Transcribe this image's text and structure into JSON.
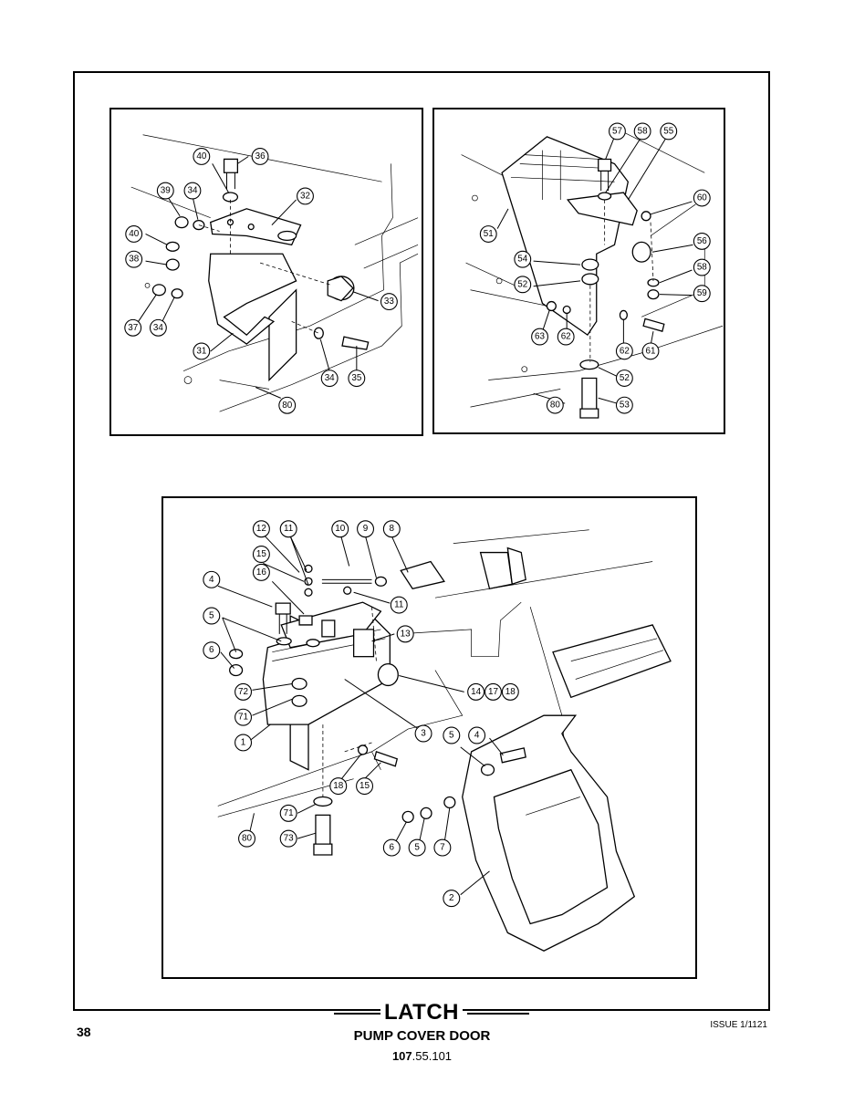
{
  "title": "LATCH",
  "subtitle": "PUMP COVER DOOR",
  "doc_number_prefix": "107",
  "doc_number_suffix": ".55.101",
  "page_number": "38",
  "issue": "ISSUE 1/1121",
  "panels": {
    "top_left": {
      "callouts": [
        "36",
        "40",
        "39",
        "34",
        "32",
        "40",
        "38",
        "33",
        "37",
        "34",
        "31",
        "34",
        "35",
        "80"
      ]
    },
    "top_right": {
      "callouts": [
        "57",
        "58",
        "55",
        "60",
        "51",
        "56",
        "54",
        "58",
        "52",
        "59",
        "63",
        "62",
        "62",
        "61",
        "52",
        "53",
        "80"
      ]
    },
    "bottom": {
      "callouts": [
        "12",
        "11",
        "10",
        "9",
        "8",
        "15",
        "4",
        "16",
        "11",
        "5",
        "13",
        "6",
        "72",
        "14",
        "17",
        "18",
        "71",
        "1",
        "3",
        "5",
        "4",
        "18",
        "15",
        "71",
        "80",
        "73",
        "6",
        "5",
        "7",
        "2"
      ]
    }
  }
}
